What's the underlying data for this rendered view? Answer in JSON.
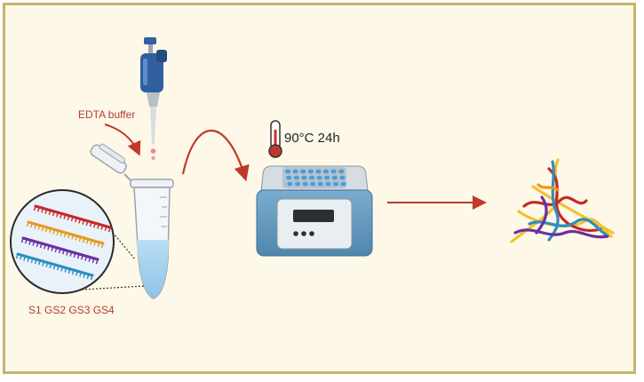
{
  "labels": {
    "buffer": "EDTA buffer",
    "condition": "90°C  24h",
    "strands": "S1 GS2 GS3 GS4"
  },
  "colors": {
    "frame": "#c9b36a",
    "background": "#fdf8e8",
    "arrow": "#c0392b",
    "pipette": "#2f5f9e",
    "heat_block": "#6a9ec2",
    "strand_red": "#c62828",
    "strand_orange": "#e69a1e",
    "strand_purple": "#6a2fa0",
    "strand_blue": "#2a8fc0",
    "strand_yellow": "#f2c12e"
  },
  "icons": [
    "pipette-icon",
    "microtube-icon",
    "thermometer-icon",
    "heat-block-icon",
    "dna-network-icon",
    "magnifier-inset-icon"
  ]
}
